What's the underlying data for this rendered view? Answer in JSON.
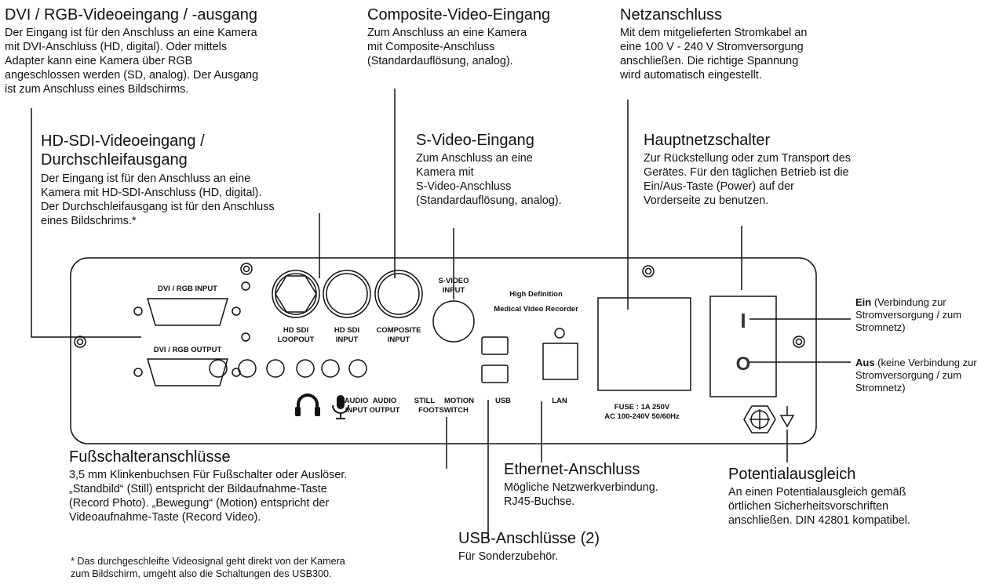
{
  "callouts": {
    "dvi": {
      "title": "DVI / RGB-Videoeingang / -ausgang",
      "body": "Der Eingang ist für den Anschluss an eine Kamera\nmit DVI-Anschluss (HD, digital). Oder mittels\nAdapter kann eine Kamera über RGB\nangeschlossen werden (SD, analog). Der Ausgang\nist zum Anschluss eines Bildschirms."
    },
    "composite": {
      "title": "Composite-Video-Eingang",
      "body": "Zum Anschluss an eine Kamera\nmit Composite-Anschluss\n(Standardauflösung, analog)."
    },
    "power_connector": {
      "title": "Netzanschluss",
      "body": "Mit dem mitgelieferten Stromkabel an\neine 100 V - 240 V Stromversorgung\nanschließen. Die richtige Spannung\nwird automatisch eingestellt."
    },
    "hdsdi": {
      "title": "HD-SDI-Videoeingang /\nDurchschleifausgang",
      "body": "Der Eingang ist für den Anschluss an eine\nKamera mit HD-SDI-Anschluss (HD, digital).\nDer Durchschleifausgang ist für den Anschluss\neines Bildschrims.*"
    },
    "svideo": {
      "title": "S-Video-Eingang",
      "body": "Zum Anschluss an eine\nKamera mit\nS-Video-Anschluss\n(Standardauflösung, analog)."
    },
    "main_switch": {
      "title": "Hauptnetzschalter",
      "body": "Zur Rückstellung oder zum Transport des\nGerätes. Für den täglichen Betrieb ist die\nEin/Aus-Taste (Power) auf der\nVorderseite zu benutzen."
    },
    "footswitch": {
      "title": "Fußschalteranschlüsse",
      "body": "3,5 mm Klinkenbuchsen Für Fußschalter oder Auslöser.\n„Standbild“ (Still) entspricht der Bildaufnahme-Taste\n(Record Photo). „Bewegung“ (Motion) entspricht der\nVideoaufnahme-Taste (Record Video)."
    },
    "ethernet": {
      "title": "Ethernet-Anschluss",
      "body": "Mögliche Netzwerkverbindung.\nRJ45-Buchse."
    },
    "usb": {
      "title": "USB-Anschlüsse (2)",
      "body": "Für Sonderzubehör."
    },
    "equipotential": {
      "title": "Potentialausgleich",
      "body": "An einen Potentialausgleich gemäß\nörtlichen Sicherheitsvorschriften\nanschließen. DIN 42801 kompatibel."
    }
  },
  "switch_labels": {
    "on_bold": "Ein",
    "on_rest": " (Verbindung zur\nStromversorgung / zum\nStromnetz)",
    "off_bold": "Aus",
    "off_rest": " (keine Verbindung zur\nStromversorgung / zum\nStromnetz)"
  },
  "footnote": "* Das durchgeschleifte Videosignal geht direkt von der Kamera\n   zum Bildschirm, umgeht also die Schaltungen des USB300.",
  "panel": {
    "dvi_input": "DVI / RGB INPUT",
    "dvi_output": "DVI / RGB OUTPUT",
    "hd_sdi_loopout": [
      "HD SDI",
      "LOOPOUT"
    ],
    "hd_sdi_input": [
      "HD SDI",
      "INPUT"
    ],
    "composite_input": [
      "COMPOSITE",
      "INPUT"
    ],
    "svideo_input": [
      "S-VIDEO",
      "INPUT"
    ],
    "device_name": [
      "High Definition",
      "Medical Video Recorder"
    ],
    "audio_input": [
      "AUDIO",
      "INPUT"
    ],
    "audio_output": [
      "AUDIO",
      "OUTPUT"
    ],
    "still_label": "STILL",
    "motion_label": "MOTION",
    "footswitch_label": "FOOTSWITCH",
    "usb": "USB",
    "lan": "LAN",
    "fuse": [
      "FUSE : 1A  250V",
      "AC 100-240V  50/60Hz"
    ],
    "switch_on": "I",
    "switch_off": "O"
  }
}
